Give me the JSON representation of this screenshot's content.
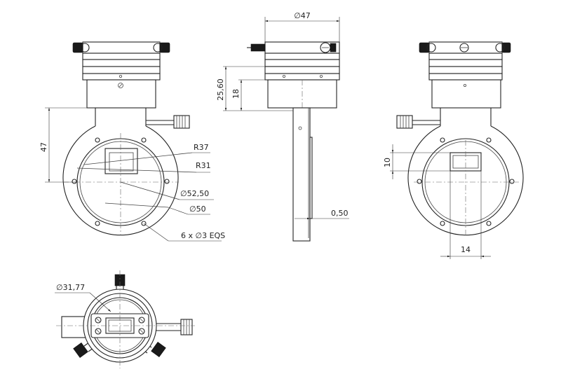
{
  "dimensions": {
    "top_width": "∅47",
    "height_total": "25,60",
    "height_body": "18",
    "height_arm": "47",
    "radius_outer": "R37",
    "radius_inner": "R31",
    "bore_1": "∅52,50",
    "bore_2": "∅50",
    "holes": "6 x ∅3 EQS",
    "mirror_thickness": "0,50",
    "slot_height": "10",
    "slot_width": "14",
    "eyepiece_bore": "∅31,77"
  },
  "colors": {
    "line": "#222222",
    "background": "#ffffff"
  }
}
